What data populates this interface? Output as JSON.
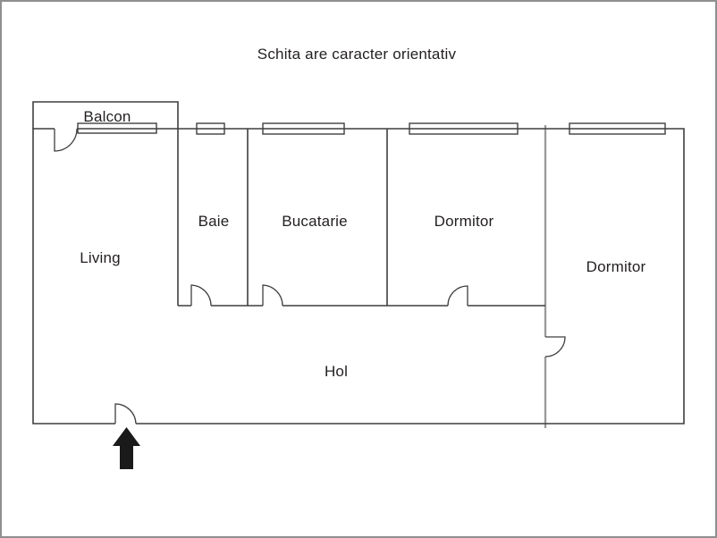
{
  "title": "Schita are caracter orientativ",
  "rooms": {
    "balcon": "Balcon",
    "living": "Living",
    "baie": "Baie",
    "bucatarie": "Bucatarie",
    "dormitor_1": "Dormitor",
    "dormitor_2": "Dormitor",
    "hol": "Hol"
  },
  "colors": {
    "wall": "#3f3f3f",
    "light_wall": "#9b9b9b",
    "text": "#231f20",
    "entrance_arrow": "#1a1a1a",
    "page_border": "#8f8f8f"
  }
}
